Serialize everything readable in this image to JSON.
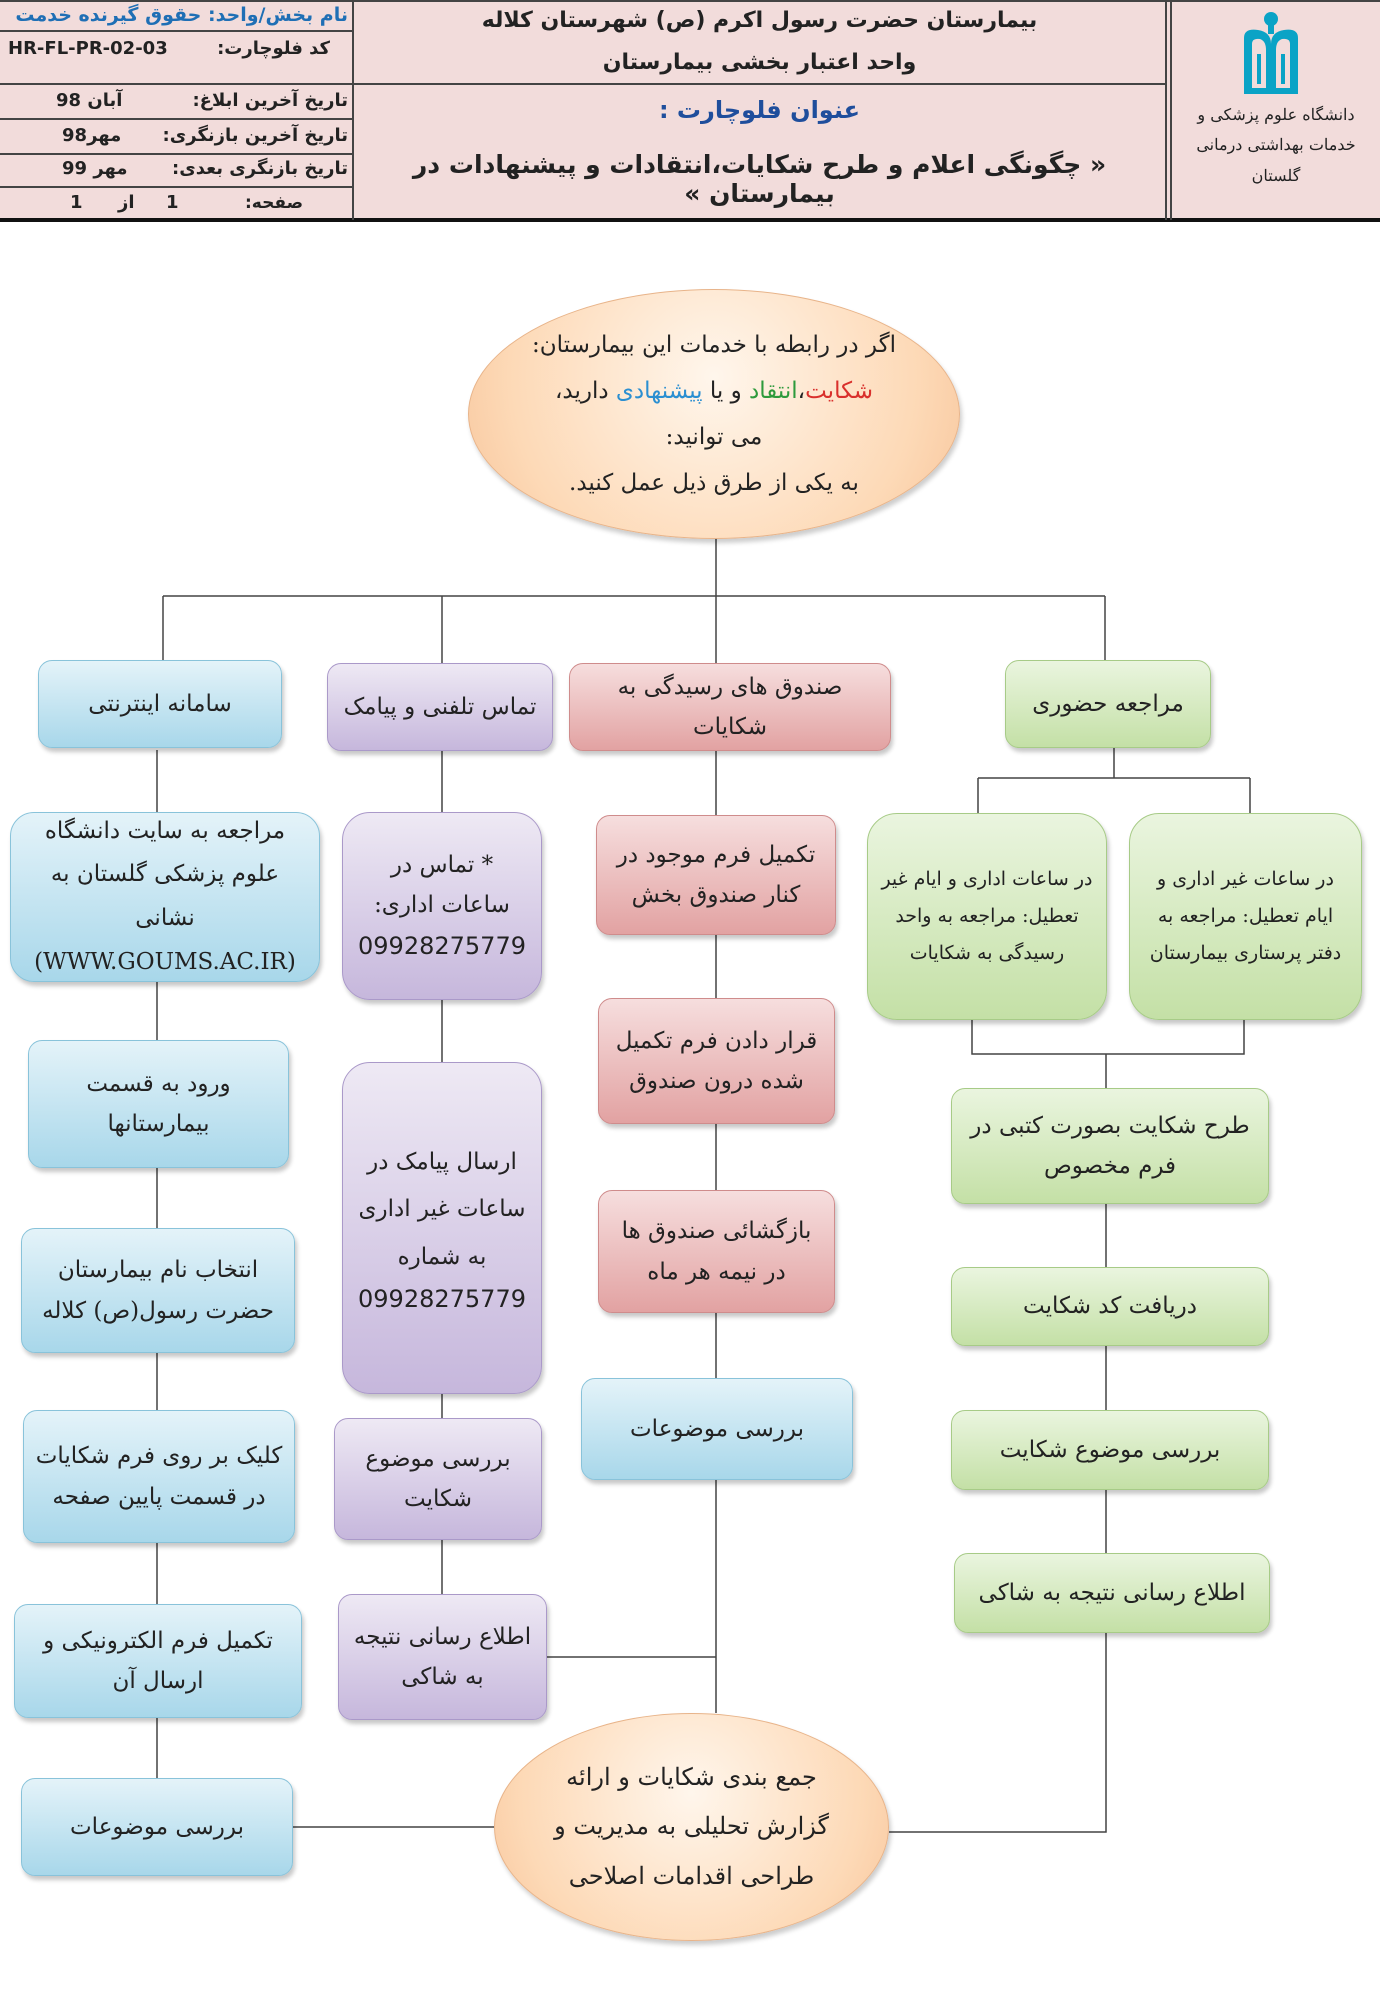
{
  "header": {
    "unit_label": "نام بخش/واحد: حقوق گیرنده خدمت",
    "code_label": "کد فلوچارت:",
    "code_value": "HR-FL-PR-02-03",
    "notify_label": "تاریخ آخرین ابلاغ:",
    "notify_value": "آبان 98",
    "review_label": "تاریخ آخرین بازنگری:",
    "review_value": "مهر98",
    "next_label": "تاریخ بازنگری بعدی:",
    "next_value": "مهر 99",
    "page_label": "صفحه:",
    "page_num": "1",
    "page_of": "از",
    "page_total": "1",
    "hospital_line1": "بیمارستان حضرت رسول اکرم (ص) شهرستان کلاله",
    "hospital_line2": "واحد اعتبار بخشی بیمارستان",
    "flow_title_label": "عنوان فلوچارت :",
    "flow_title": "« چگونگی اعلام و طرح شکایات،انتقادات و پیشنهادات در بیمارستان »",
    "university_lines": [
      "دانشگاه علوم پزشکی و",
      "خدمات بهداشتی درمانی",
      "گلستان"
    ],
    "colors": {
      "unit_label": "#1f6fb5",
      "flow_title_label": "#1f4e9c",
      "header_bg": "#f2dcdb"
    }
  },
  "diagram": {
    "start": {
      "line1": "اگر در رابطه با خدمات این بیمارستان:",
      "w_complaint": "شکایت",
      "comma": "،",
      "w_criticism": "انتقاد",
      "w_or": " و یا ",
      "w_suggestion": "پیشنهادی",
      "w_tail": " دارید،",
      "line3": "می توانید:",
      "line4": "به یکی از طرق ذیل عمل کنید.",
      "colors": {
        "complaint": "#d9302c",
        "criticism": "#2e9a3c",
        "suggestion": "#2b8fd1"
      }
    },
    "in_person": {
      "title": "مراجعه حضوری",
      "office_hours": "در ساعات اداری و ایام غیر تعطیل: مراجعه به واحد رسیدگی به شکایات",
      "off_hours": "در ساعات غیر اداری و ایام تعطیل: مراجعه به دفتر پرستاری بیمارستان",
      "steps": [
        "طرح شکایت بصورت کتبی در فرم مخصوص",
        "دریافت کد شکایت",
        "بررسی موضوع شکایت",
        "اطلاع رسانی نتیجه به شاکی"
      ]
    },
    "boxes": {
      "title": "صندوق های رسیدگی به شکایات",
      "steps": [
        "تکمیل فرم موجود در کنار صندوق بخش",
        "قرار دادن فرم تکمیل شده درون صندوق",
        "بازگشائی صندوق ها در نیمه هر ماه",
        "بررسی موضوعات"
      ]
    },
    "phone": {
      "title": "تماس تلفنی و پیامک",
      "call_text": "* تماس در ساعات اداری:",
      "call_number": "09928275779",
      "sms_text": "ارسال پیامک در ساعات غیر اداری به شماره",
      "sms_number": "09928275779",
      "steps": [
        "بررسی موضوع شکایت",
        "اطلاع رسانی نتیجه به شاکی"
      ]
    },
    "online": {
      "title": "سامانه اینترنتی",
      "site_text": "مراجعه به سایت دانشگاه علوم پزشکی گلستان به نشانی",
      "site_url": "(WWW.GOUMS.AC.IR)",
      "steps": [
        "ورود به قسمت بیمارستانها",
        "انتخاب نام بیمارستان حضرت رسول(ص) کلاله",
        "کلیک بر روی فرم شکایات در قسمت پایین صفحه",
        "تکمیل فرم الکترونیکی و ارسال آن",
        "بررسی موضوعات"
      ]
    },
    "end": "جمع بندی شکایات و ارائه گزارش تحلیلی به مدیریت و طراحی اقدامات اصلاحی",
    "colors": {
      "green": "#c4e0a6",
      "blue": "#a8d7ea",
      "red": "#e2a2a2",
      "purple": "#c6b7dc",
      "orange": "#fdd9b6"
    }
  }
}
